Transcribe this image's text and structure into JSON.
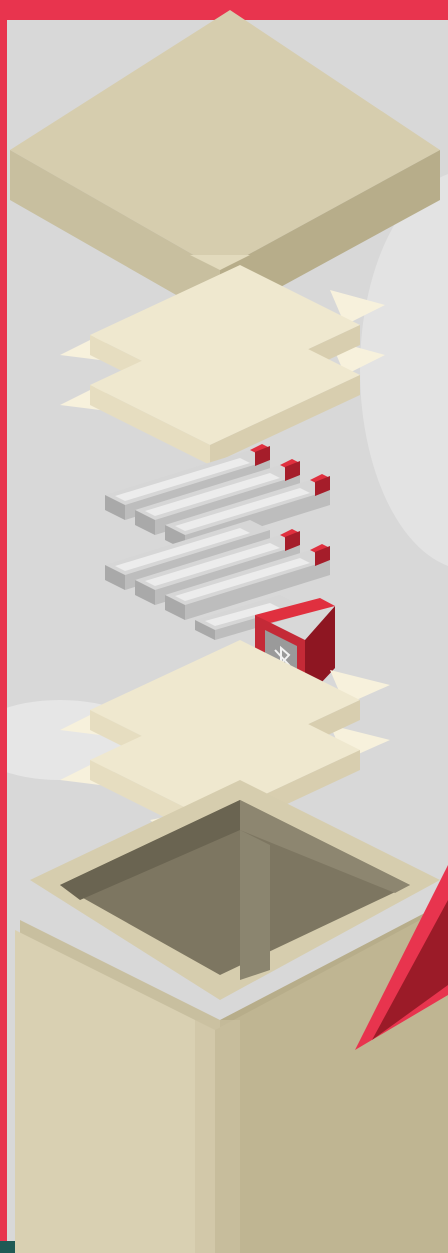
{
  "colors": {
    "frame_red": "#e8344e",
    "bottom_band": "#1f5a55",
    "background": "#dcdcdc",
    "box_top": "#d6cdae",
    "box_front": "#c8bf9f",
    "box_side": "#b7ad8a",
    "box_inner": "#7d7661",
    "foam_top": "#efe8cf",
    "foam_front": "#e6ddc0",
    "foam_side": "#d8ceaf",
    "foam_spike": "#f7f1dc",
    "stick_top": "#d6d6d6",
    "stick_front": "#a9a9a9",
    "stick_slot": "#ececec",
    "stick_cap": "#e0303f",
    "stick_cap_dark": "#a51d2a",
    "bt_front": "#c42a37",
    "bt_side": "#8e1622",
    "warning_red": "#9b1b28"
  },
  "illustration": {
    "lid": "box-lid",
    "upper_padding_layers": 2,
    "usb_drives": 7,
    "bluetooth_module": "bluetooth-icon",
    "lower_padding_layers": 2,
    "base": "open-box"
  }
}
